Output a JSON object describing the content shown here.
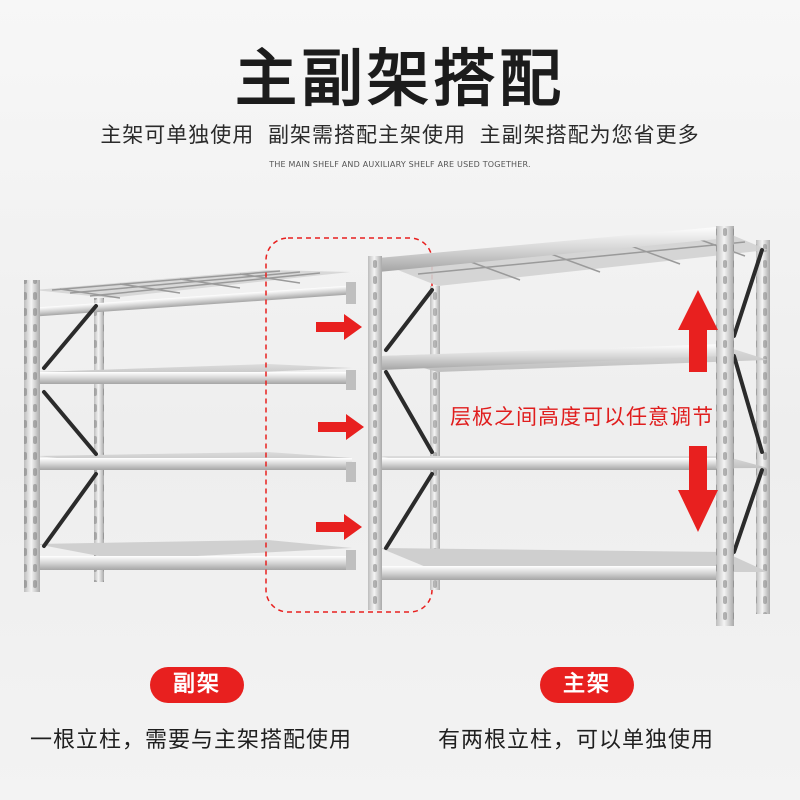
{
  "title": "主副架搭配",
  "subtitle": "主架可单独使用  副架需搭配主架使用  主副架搭配为您省更多",
  "caption_en": "THE MAIN SHELF AND AUXILIARY SHELF ARE USED TOGETHER.",
  "side_note": "层板之间高度可以任意调节",
  "sub_shelf": {
    "label": "副架",
    "description": "一根立柱，需要与主架搭配使用"
  },
  "main_shelf": {
    "label": "主架",
    "description": "有两根立柱，可以单独使用"
  },
  "colors": {
    "accent": "#e8201f",
    "title": "#1c1c1c"
  }
}
